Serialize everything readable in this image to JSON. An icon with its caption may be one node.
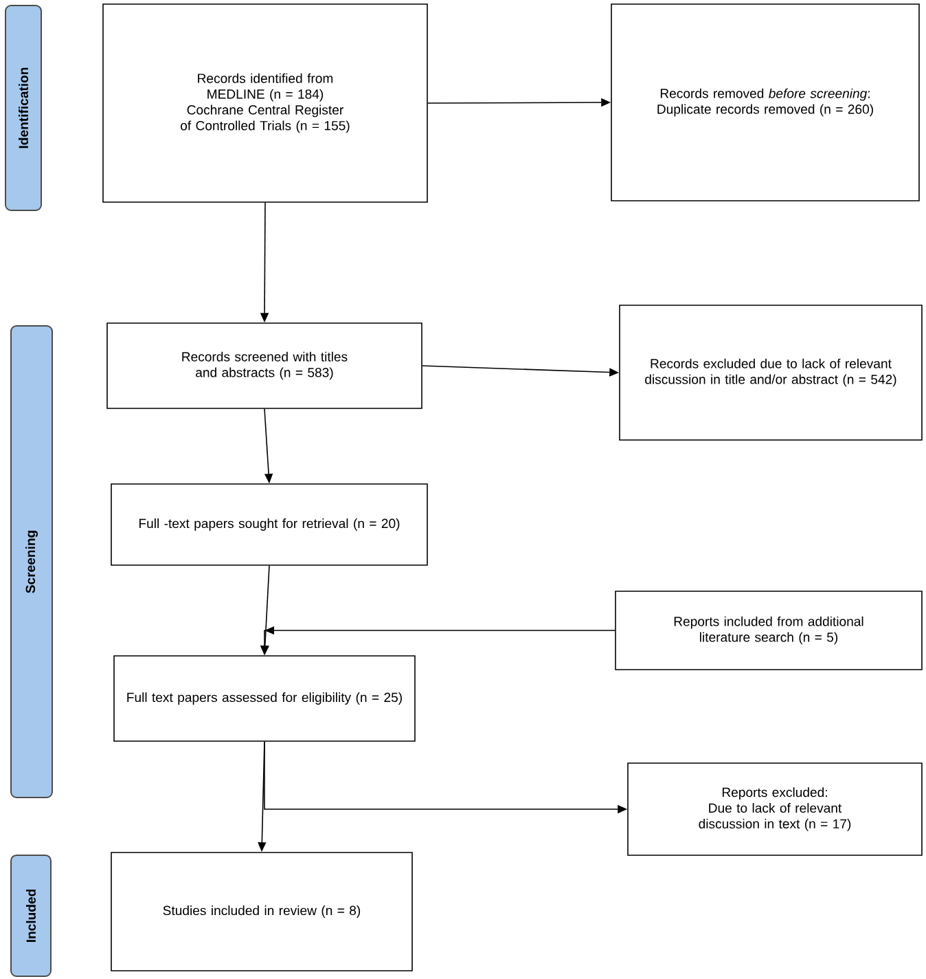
{
  "diagram": {
    "nodes": [
      {
        "text": [
          "Identification"
        ]
      },
      {
        "text": [
          "Records identified from",
          "MEDLINE (n = 184)",
          "Cochrane Central Register of Controlled Trials (n = 155)"
        ]
      },
      {
        "text": [
          "Records removed *before screening*:",
          "Duplicate records removed (n = 260)"
        ]
      },
      {
        "text": [
          "Screening"
        ]
      },
      {
        "text": [
          "Records screened with titles and abstracts (n = 583)"
        ]
      },
      {
        "text": [
          "Records excluded due to lack of relevant discussion in title and/or abstract (n = 542)"
        ]
      },
      {
        "text": [
          "Full -text papers sought for retrieval (n = 20)"
        ]
      },
      {
        "text": [
          "Reports included from additional literature search (n = 5)"
        ]
      },
      {
        "text": [
          "Full text papers assessed for eligibility (n = 25)"
        ]
      },
      {
        "text": [
          "Reports excluded:",
          "Due to lack of relevant discussion in text (n = 17)"
        ]
      },
      {
        "text": [
          "Included"
        ]
      },
      {
        "text": [
          "Studies included in review (n = 8)"
        ]
      }
    ],
    "edges": [
      {
        "from": 1,
        "to": 2,
        "arrow": "to"
      },
      {
        "from": 1,
        "to": 4,
        "arrow": "to"
      },
      {
        "from": 4,
        "to": 5,
        "arrow": "to"
      },
      {
        "from": 4,
        "to": 6,
        "arrow": "to"
      },
      {
        "from": 6,
        "to": 8,
        "arrow": "to"
      },
      {
        "from": 7,
        "to": 8,
        "arrow": "to"
      },
      {
        "from": 8,
        "to": 11,
        "arrow": "to"
      },
      {
        "from": 8,
        "to": 9,
        "arrow": "to"
      }
    ]
  }
}
